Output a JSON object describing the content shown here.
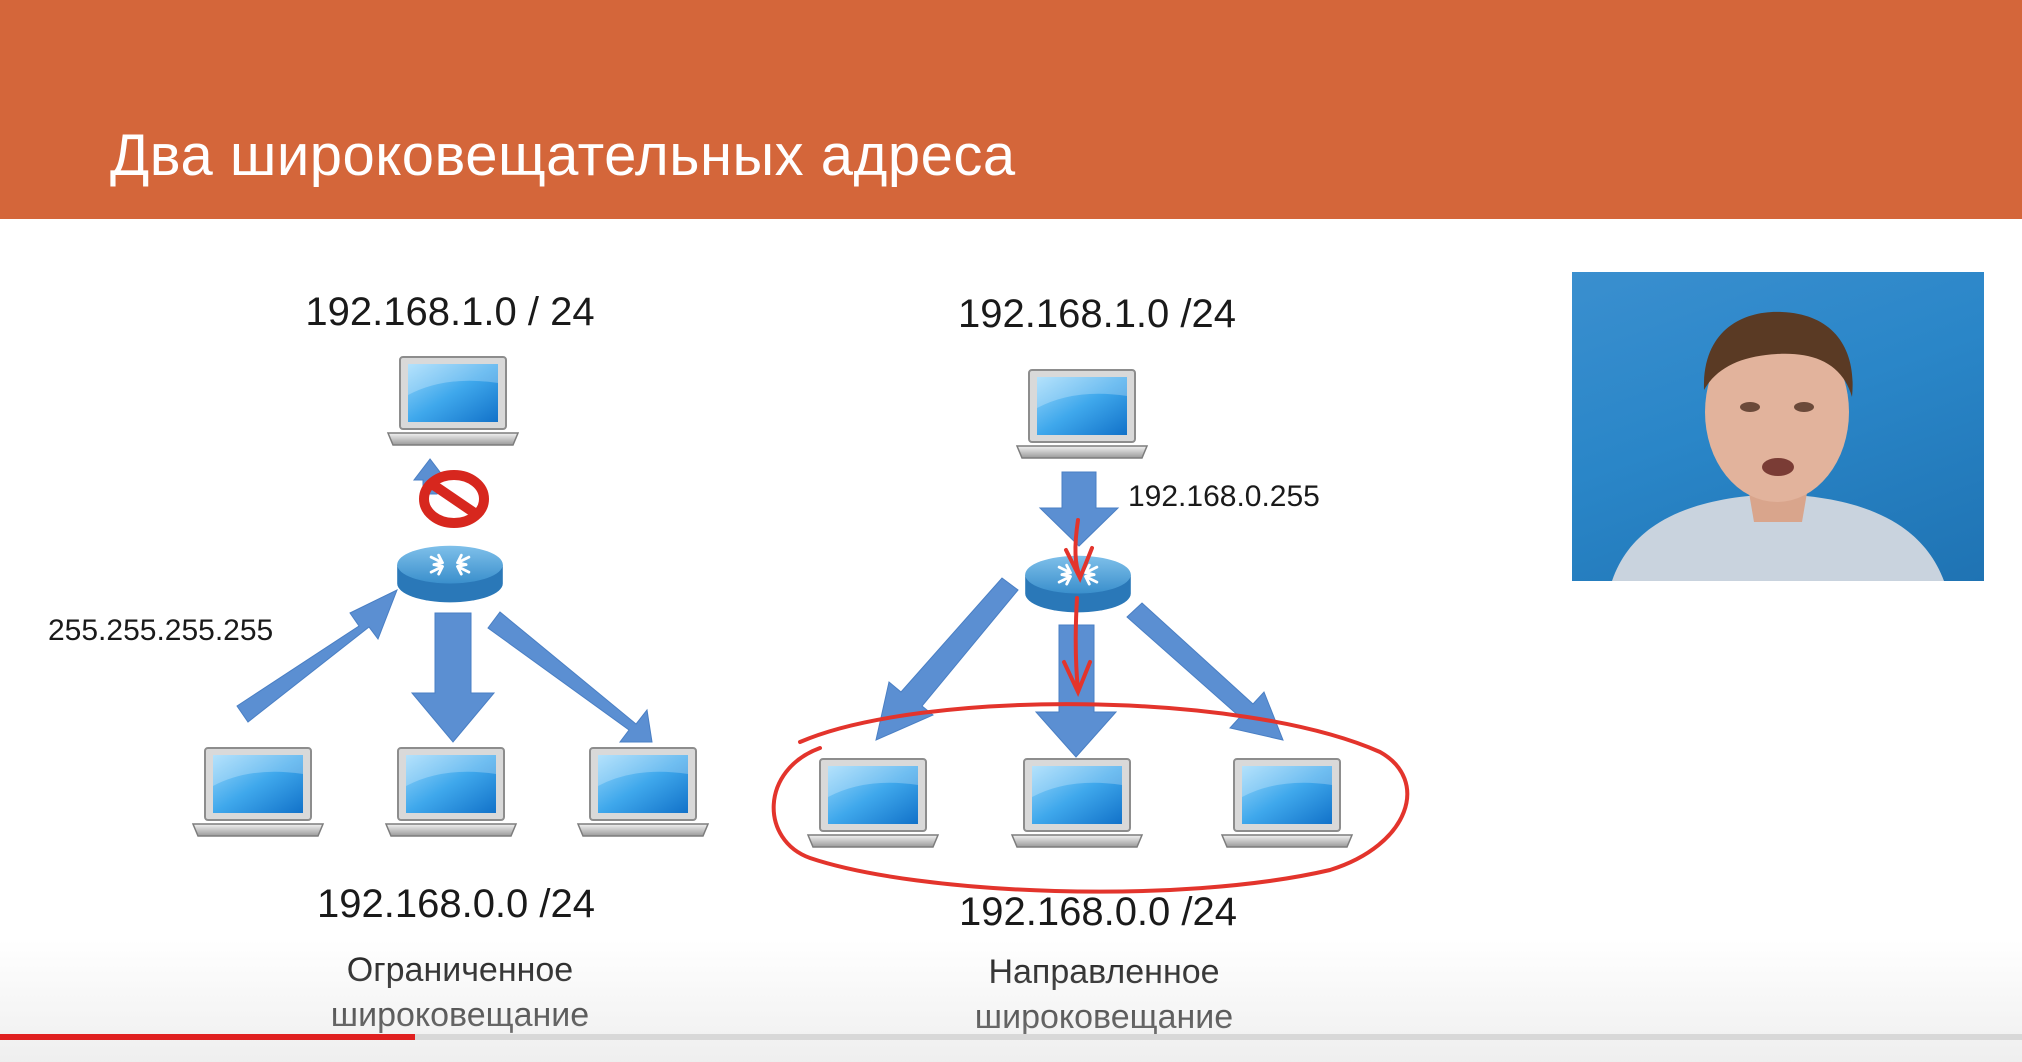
{
  "slide": {
    "title": "Два широковещательных адреса",
    "accent_color": "#d4663a"
  },
  "left": {
    "top_network": "192.168.1.0 / 24",
    "broadcast_address": "255.255.255.255",
    "bottom_network": "192.168.0.0 /24",
    "caption_line1": "Ограниченное",
    "caption_line2": "широковещание"
  },
  "right": {
    "top_network": "192.168.1.0 /24",
    "broadcast_address": "192.168.0.255",
    "bottom_network": "192.168.0.0 /24",
    "caption_line1": "Направленное",
    "caption_line2": "широковещание"
  },
  "icons": {
    "computer": "laptop-icon",
    "router": "router-icon",
    "blocked": "no-entry-icon"
  },
  "video": {
    "progress": 0.205,
    "progress_color": "#e02020"
  }
}
